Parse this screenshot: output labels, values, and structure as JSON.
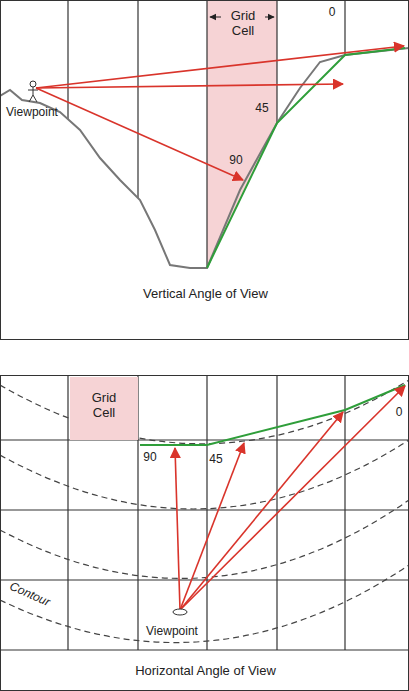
{
  "diagram": {
    "nodes": [
      {
        "text": [
          "Vertical Angle of View"
        ]
      },
      {
        "text": [
          "Grid Cell"
        ],
        "in": 0
      },
      {
        "text": [
          "Horizontal Angle of View"
        ]
      },
      {
        "text": [
          "Grid Cell"
        ],
        "in": 2
      }
    ],
    "labels": [
      "0",
      "45",
      "90",
      "Viewpoint",
      "90",
      "45",
      "0",
      "Contour",
      "Viewpoint"
    ]
  }
}
